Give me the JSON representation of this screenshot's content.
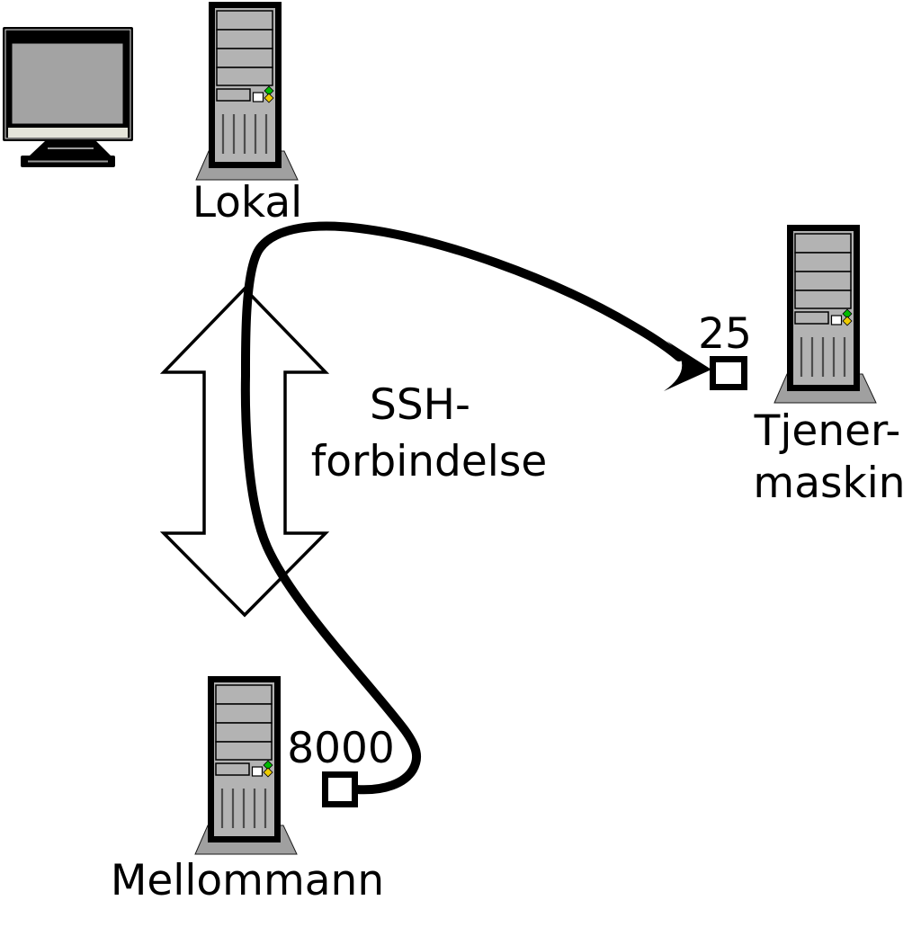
{
  "diagram": {
    "local": {
      "label": "Lokal"
    },
    "server": {
      "label_line1": "Tjener-",
      "label_line2": "maskin",
      "port": "25"
    },
    "middleman": {
      "label": "Mellommann",
      "port": "8000"
    },
    "connection": {
      "label_line1": "SSH-",
      "label_line2": "forbindelse"
    }
  },
  "colors": {
    "background": "#ffffff",
    "stroke": "#000000",
    "tower_body": "#b3b3b3",
    "tower_base": "#a0a0a0",
    "monitor_screen": "#a3a3a3",
    "monitor_strip": "#e4e4da",
    "led_green": "#00bb00",
    "led_yellow": "#eecc00",
    "port_fill": "#ffffff",
    "arrow_fill": "#ffffff"
  }
}
